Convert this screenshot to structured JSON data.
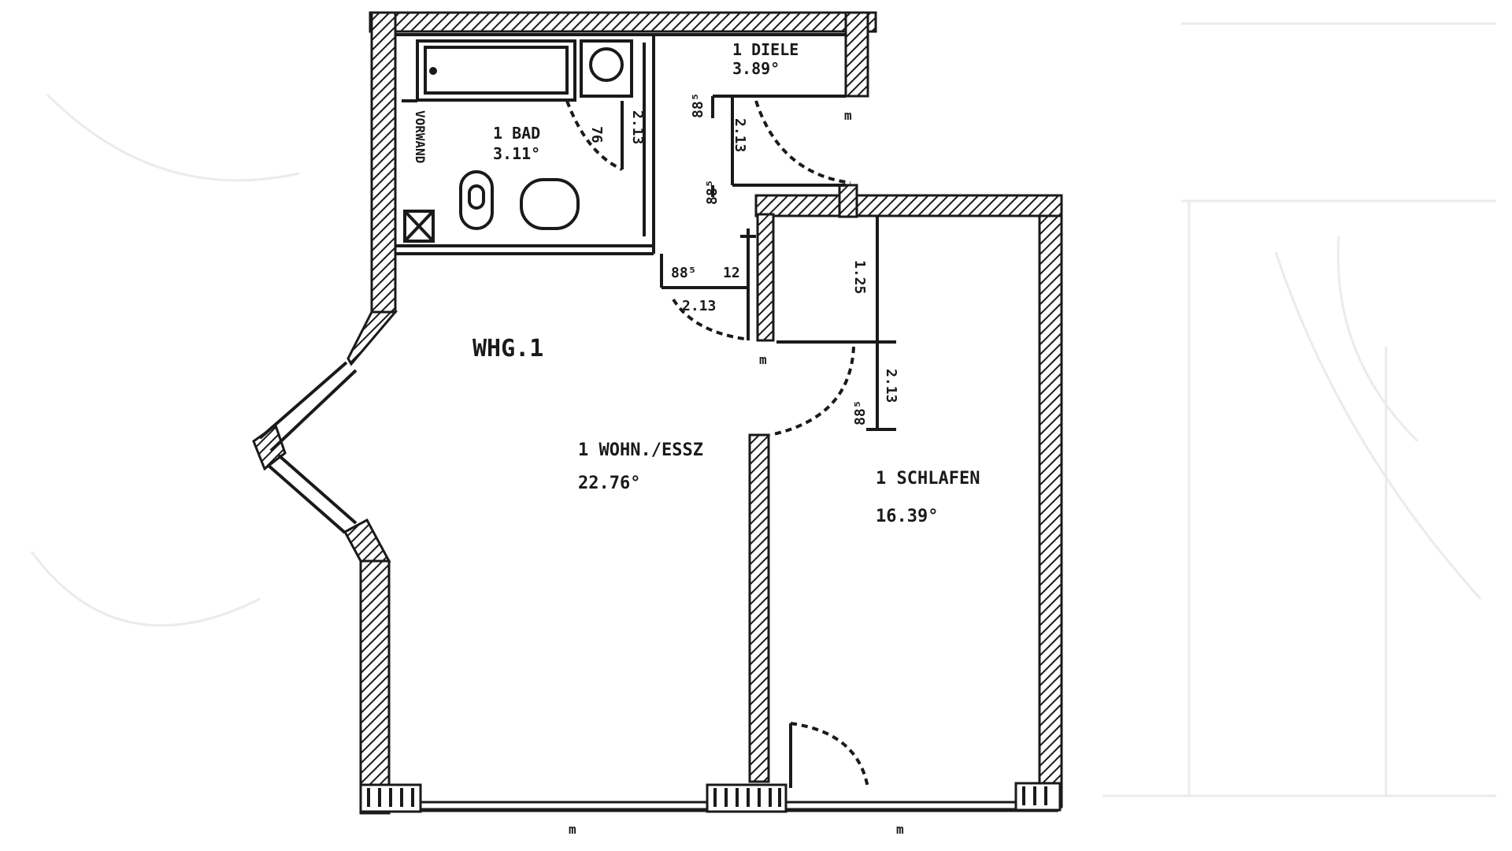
{
  "colors": {
    "ink": "#1a1a1a",
    "paper": "#ffffff",
    "ghost": "#ecebeb"
  },
  "plan": {
    "unit_name": "WHG.1",
    "rooms": {
      "diele": {
        "name": "1 DIELE",
        "area": "3.89°"
      },
      "bad": {
        "name": "1 BAD",
        "area": "3.11°"
      },
      "wohn": {
        "name": "1 WOHN./ESSZ",
        "area": "22.76°"
      },
      "schlafen": {
        "name": "1 SCHLAFEN",
        "area": "16.39°"
      }
    },
    "dims": {
      "d_bad_door_76": "76",
      "d_bad_door_213": "2.13",
      "d_diele_885a": "88⁵",
      "d_diele_213": "2.13",
      "d_diele_885b": "88⁵",
      "d_wohn_885": "88⁵",
      "d_wohn_12": "12",
      "d_wohn_213": "2.13",
      "d_schl_125": "1.25",
      "d_schl_213": "2.13",
      "d_schl_885": "88⁵"
    },
    "marks": {
      "m_diele": "m",
      "m_hall": "m",
      "m_south_left": "m",
      "m_south_right": "m"
    },
    "labels": {
      "vorwand": "VORWAND"
    }
  }
}
